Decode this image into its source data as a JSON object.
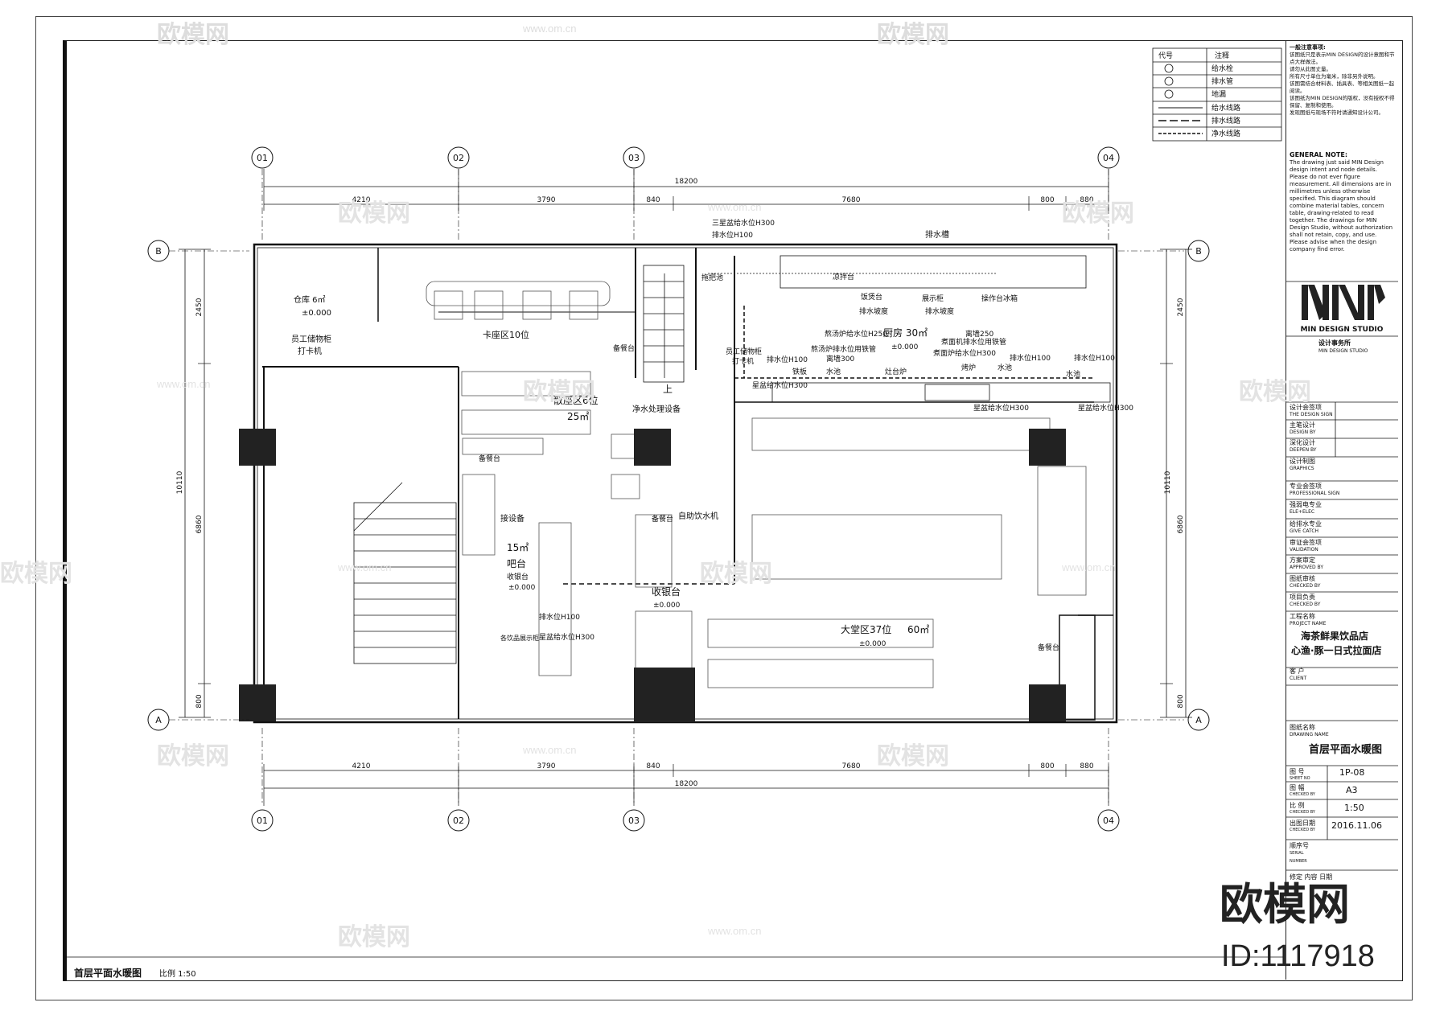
{
  "drawing": {
    "title": "首层平面水暖图",
    "scale_label": "比例 1:50",
    "axes_top": [
      "01",
      "02",
      "03",
      "04"
    ],
    "axes_side": [
      "A",
      "B"
    ],
    "dims_h": [
      "4210",
      "3790",
      "840",
      "7680",
      "800",
      "880"
    ],
    "dims_total_h": "18200",
    "dims_v": [
      "2450",
      "6860",
      "800"
    ],
    "dims_total_v": "10110",
    "rooms": {
      "storage": "仓库 6㎡",
      "storage_level": "±0.000",
      "staff_cabinet": "员工储物柜",
      "clock_in": "打卡机",
      "booth": "卡座区10位",
      "loose_seating": "散座区6位",
      "loose_area": "25㎡",
      "spare_table_1": "备餐台",
      "spare_table_2": "备餐台",
      "spare_table_3": "备餐台",
      "spare_table_4": "备餐台",
      "water_treatment": "净水处理设备",
      "bar_area": "15㎡",
      "bar": "吧台",
      "cashier_bar": "收银台",
      "bar_level": "±0.000",
      "receive_equipment": "接设备",
      "drain_100": "排水位H100",
      "triple_sink": "三星盆给水位H300",
      "triple_sink_2": "星盆给水位H300",
      "cashier": "收银台",
      "cashier_level": "±0.000",
      "vending": "自助饮水机",
      "display": "各饮品展示柜",
      "hall": "大堂区37位",
      "hall_area": "60㎡",
      "hall_level": "±0.000",
      "up": "上",
      "kitchen": "厨房 30㎡",
      "kitchen_level": "±0.000",
      "drain_trough": "排水槽",
      "mop_pool": "拖把池",
      "triple_sink_top": "三星盆给水位H300",
      "drain_h100_top": "排水位H100",
      "staff_cab_2": "员工储物柜",
      "clock_2": "打卡机",
      "rice_table": "饭煲台",
      "display_cab": "展示柜",
      "drain_slope": "排水坡度",
      "drain_slope_2": "排水坡度",
      "prep_fridge": "操作台冰箱",
      "soup_stove": "熬汤炉给水位H250",
      "high_250": "离墙250",
      "soup_pipe": "熬汤炉排水位用铁管",
      "high_300": "离墙300",
      "noodle_pipe": "煮面机排水位用铁管",
      "noodle_feed": "煮面炉给水位H300",
      "drain_h100_a": "排水位H100",
      "drain_h100_b": "排水位H100",
      "drain_h100_c": "排水位H100",
      "iron_plate": "铁板",
      "water_pool": "水池",
      "sink_h300": "星盆给水位H300",
      "stove": "灶台炉",
      "roast": "烤炉",
      "water_pool_2": "水池",
      "water_pool_3": "水池",
      "sink_h300_b": "星盆给水位H300",
      "sink_h300_c": "星盆给水位H300",
      "cold_dish": "凉拌台"
    },
    "legend": {
      "head_code": "代号",
      "head_note": "注释",
      "rows": [
        "给水栓",
        "排水管",
        "地漏",
        "给水线路",
        "排水线路",
        "净水线路"
      ]
    }
  },
  "title_block": {
    "notes_cn_title": "一般注意事项:",
    "notes_cn": "该图纸只是表示MIN DESIGN的设计意图和节点大样做法。\n请勿从此图丈量。\n所有尺寸单位为毫米，除非另外说明。\n该图需结合材料表、插具表、等相关图纸一起阅读。\n该图纸为MIN DESIGN的版权，没有授权不得保留、复制和使用。\n发现图纸与现场不符时请通知设计公司。",
    "notes_en_title": "GENERAL NOTE:",
    "notes_en": "The drawing just said MIN Design design intent and node details. Please do not ever figure measurement. All dimensions are in millimetres unless otherwise specified. This diagram should combine material tables, concern table, drawing-related to read together. The drawings for MIN Design Studio, without authorization shall not retain, copy, and use. Please advise when the design company find error.",
    "logo_text": "MIN DESIGN STUDIO",
    "firm_cn": "设计事务所",
    "firm_en": "MIN DESIGN STUDIO",
    "sign_design": "设计会签项",
    "sign_design_en": "THE DESIGN SIGN",
    "design_by": "主笔设计",
    "design_by_en": "DESIGN BY",
    "deepen_by": "深化设计",
    "deepen_by_en": "DEEPEN BY",
    "graphics": "设计制图",
    "graphics_en": "GRAPHICS",
    "pro_sign": "专业会签项",
    "pro_sign_en": "PROFESSIONAL SIGN",
    "elec": "强弱电专业",
    "elec_en": "ELE+ELEC",
    "water": "给排水专业",
    "water_en": "GIVE CATCH",
    "validation": "审证会签项",
    "validation_en": "VALIDATION",
    "approved": "方案审定",
    "approved_en": "APPROVED BY",
    "checked": "图纸审核",
    "checked_en": "CHECKED BY",
    "project_lead": "项目负责",
    "project_lead_en": "CHECKED BY",
    "project_name_label": "工程名称",
    "project_name_label_en": "PROJECT NAME",
    "project_name_1": "海茶鲜果饮品店",
    "project_name_2": "心渔·豚一日式拉面店",
    "client_label": "客 户",
    "client_label_en": "CLIENT",
    "drawing_name_label": "图纸名称",
    "drawing_name_label_en": "DRAWING NAME",
    "drawing_name": "首层平面水暖图",
    "sheet_no_label": "图 号",
    "sheet_no_label_en": "SHEET NO",
    "sheet_no": "1P-08",
    "size_label": "图 幅",
    "size_label_en": "CHECKED BY",
    "size": "A3",
    "scale_label": "比 例",
    "scale_label_en": "CHECKED BY",
    "scale": "1:50",
    "date_label": "出图日期",
    "date_label_en": "CHECKED BY",
    "date": "2016.11.06",
    "serial_label": "顺序号",
    "serial_label_en": "SERIAL NUMBER",
    "revision": "修定  内容  日期"
  },
  "watermark": {
    "brand": "欧模网",
    "site": "www.om.cn",
    "id": "ID:1117918"
  }
}
